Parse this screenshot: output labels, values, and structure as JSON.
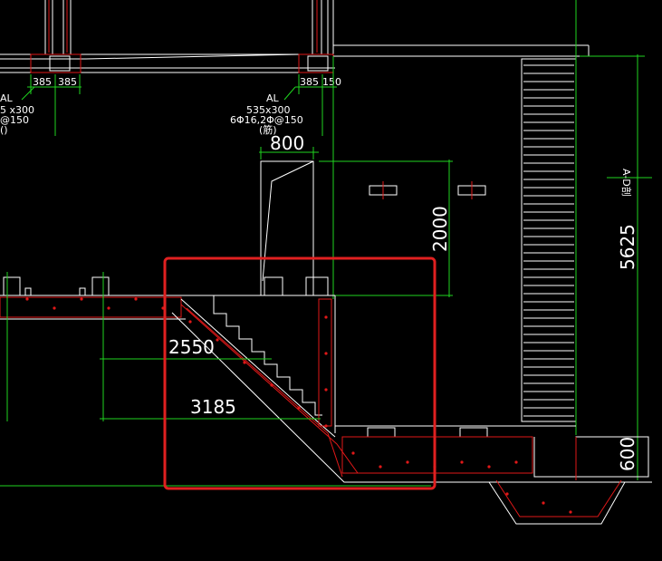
{
  "drawing": {
    "top_dims_left": [
      "385",
      "385"
    ],
    "top_dims_right": [
      "385",
      "150"
    ],
    "beam_left": {
      "tag": "AL",
      "size": "5 x300",
      "rebar": "@150",
      "note": "()"
    },
    "beam_right": {
      "tag": "AL",
      "size": "535x300",
      "rebar": "6Φ16,2Φ@150",
      "note": "(筋)"
    },
    "dim_width": "800",
    "dim_opening": "2000",
    "dim_step_a": "2550",
    "dim_step_b": "3185",
    "dim_height": "5625",
    "dim_pit": "600",
    "section_mark": "A-D剖"
  },
  "colors": {
    "lines": "#ffffff",
    "dims": "#1fd41f",
    "rebar": "#e01818",
    "highlight": "#e02020"
  }
}
